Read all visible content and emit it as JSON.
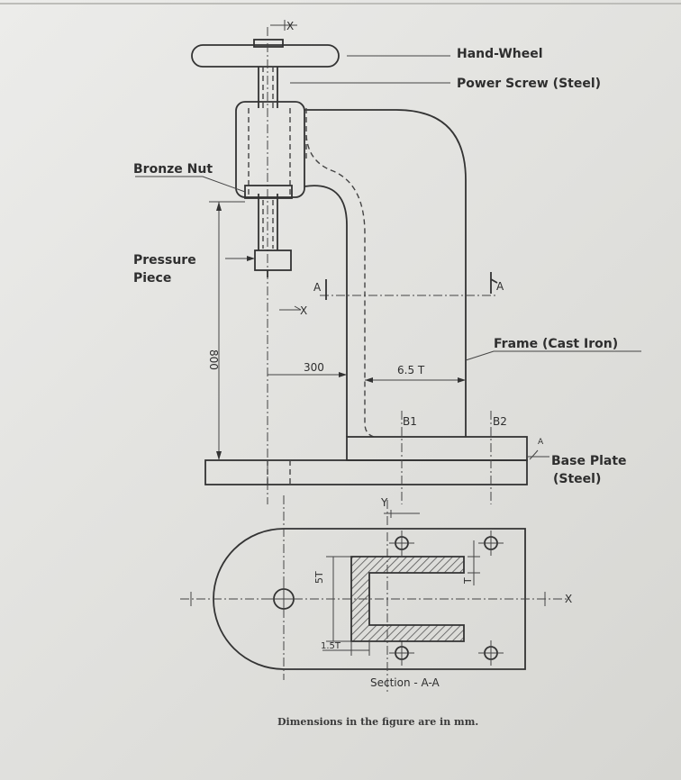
{
  "labels": {
    "hand_wheel": "Hand-Wheel",
    "power_screw": "Power Screw (Steel)",
    "bronze_nut": "Bronze Nut",
    "pressure_piece_line1": "Pressure",
    "pressure_piece_line2": "Piece",
    "frame": "Frame (Cast Iron)",
    "base_plate_line1": "Base Plate",
    "base_plate_line2": "(Steel)"
  },
  "markers": {
    "x_top": "X",
    "x_mid": "X",
    "x_right": "X",
    "y": "Y",
    "a_left": "A",
    "a_right": "A",
    "a_base": "A",
    "b1": "B1",
    "b2": "B2"
  },
  "dimensions": {
    "height_800": "800",
    "d300": "300",
    "d65t": "6.5 T",
    "d5t": "5T",
    "d15t": "1.5T",
    "dt": "T"
  },
  "section_title": "Section - A-A",
  "caption": "Dimensions in the figure are in mm."
}
